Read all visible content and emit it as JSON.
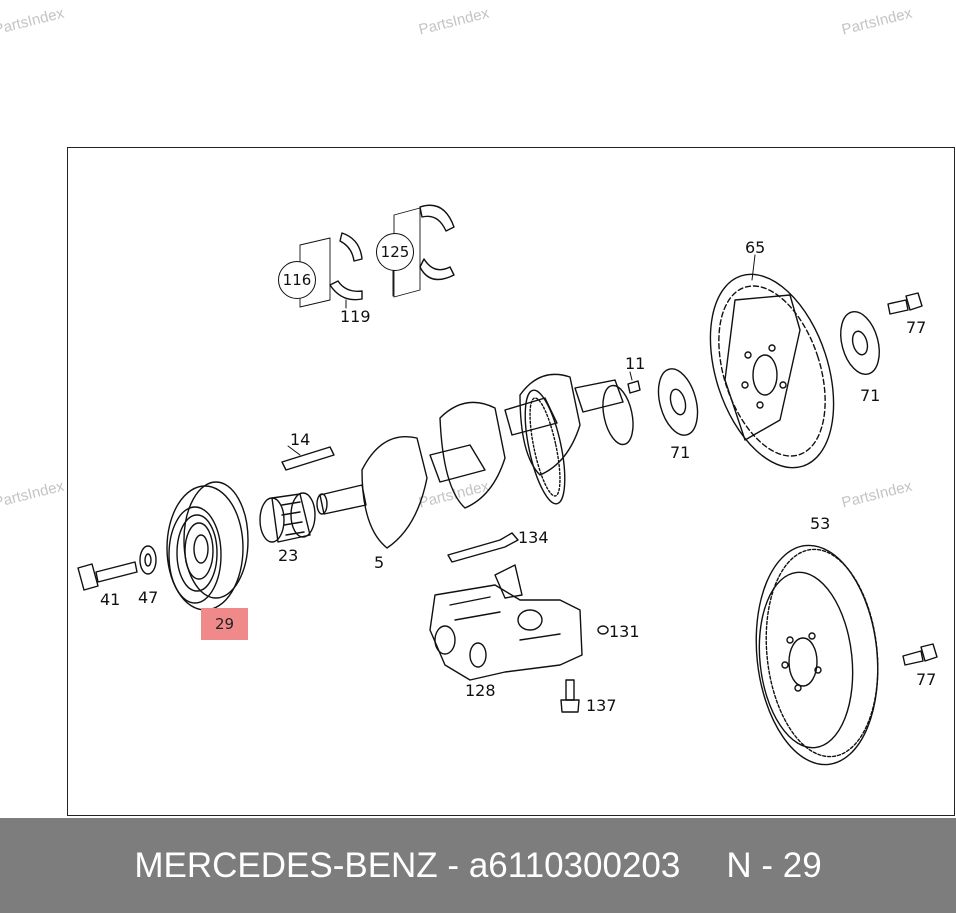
{
  "watermark": "PartsIndex",
  "callouts": {
    "c116": "116",
    "c125": "125",
    "c119": "119",
    "c65": "65",
    "c77a": "77",
    "c11": "11",
    "c71a": "71",
    "c71b": "71",
    "c14": "14",
    "c23": "23",
    "c5": "5",
    "c134": "134",
    "c41": "41",
    "c47": "47",
    "c29": "29",
    "c53": "53",
    "c131": "131",
    "c128": "128",
    "c137": "137",
    "c77b": "77"
  },
  "footer": {
    "brand": "MERCEDES-BENZ",
    "separator": " - ",
    "part_number": "a6110300203",
    "position_ref": "N - 29"
  },
  "colors": {
    "highlight": "#f08a8a",
    "footer_bg": "#7d7d7d",
    "line": "#111111"
  }
}
